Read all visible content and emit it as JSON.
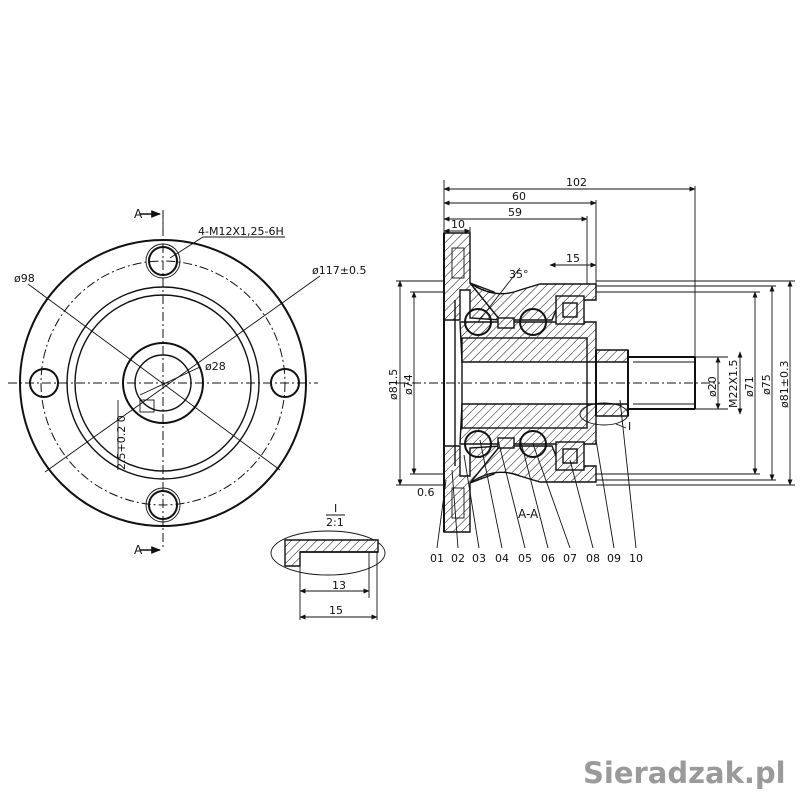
{
  "front_view": {
    "section_mark_top": "A",
    "section_mark_bottom": "A",
    "thread_spec": "4-M12X1,25-6H",
    "dim_d98": "ø98",
    "dim_d117": "ø117±0.5",
    "dim_d28": "ø28",
    "dim_depth": "2.5+0.2 0"
  },
  "detail_view": {
    "title": "I",
    "scale": "2:1",
    "dim_13": "13",
    "dim_15": "15"
  },
  "section_view": {
    "title": "A-A",
    "angle": "35°",
    "detail_ref": "I",
    "dims": {
      "d102": "102",
      "d60": "60",
      "d59": "59",
      "d10": "10",
      "d15": "15",
      "d0_6": "0.6",
      "d81_5": "ø81.5",
      "d74": "ø74",
      "d20": "ø20",
      "m22": "M22X1.5",
      "d71": "ø71",
      "d75": "ø75",
      "d81": "ø81±0.3"
    },
    "part_numbers": [
      "01",
      "02",
      "03",
      "04",
      "05",
      "06",
      "07",
      "08",
      "09",
      "10"
    ]
  },
  "watermark": "Sieradzak.pl"
}
